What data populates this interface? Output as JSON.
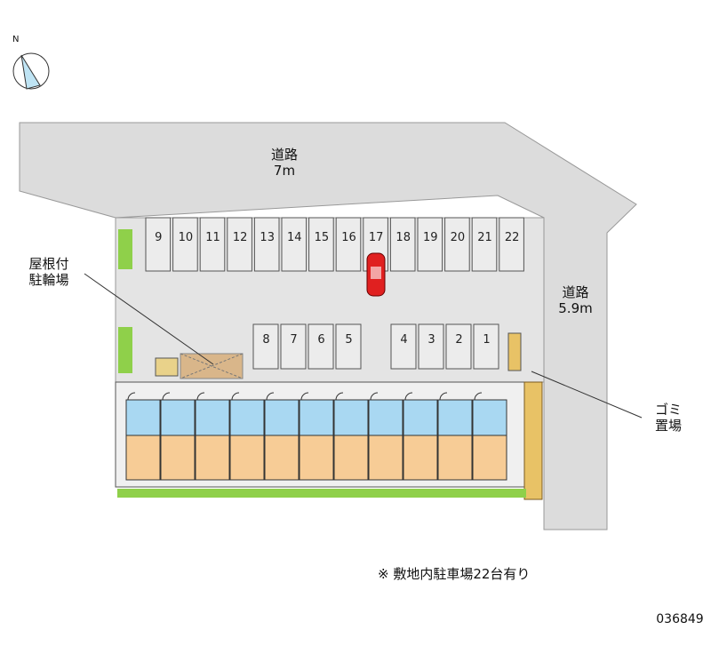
{
  "north_label": "N",
  "road_top": {
    "name": "道路",
    "width": "7m"
  },
  "road_right": {
    "name": "道路",
    "width": "5.9m"
  },
  "bicycle_parking": {
    "line1": "屋根付",
    "line2": "駐輪場"
  },
  "garbage": {
    "line1": "ゴミ",
    "line2": "置場"
  },
  "parking_top": [
    "9",
    "10",
    "11",
    "12",
    "13",
    "14",
    "15",
    "16",
    "17",
    "18",
    "19",
    "20",
    "21",
    "22"
  ],
  "parking_bottom_left": [
    "8",
    "7",
    "6",
    "5"
  ],
  "parking_bottom_right": [
    "4",
    "3",
    "2",
    "1"
  ],
  "note": "※ 敷地内駐車場22台有り",
  "code": "036849",
  "units_count": 11,
  "colors": {
    "road": "#dcdcdc",
    "lot": "#e4e4e4",
    "green": "#8fd04a",
    "room": "#f7cc96",
    "wet": "#a9d8f2",
    "brick": "#e8c266",
    "car": "#e02020"
  }
}
